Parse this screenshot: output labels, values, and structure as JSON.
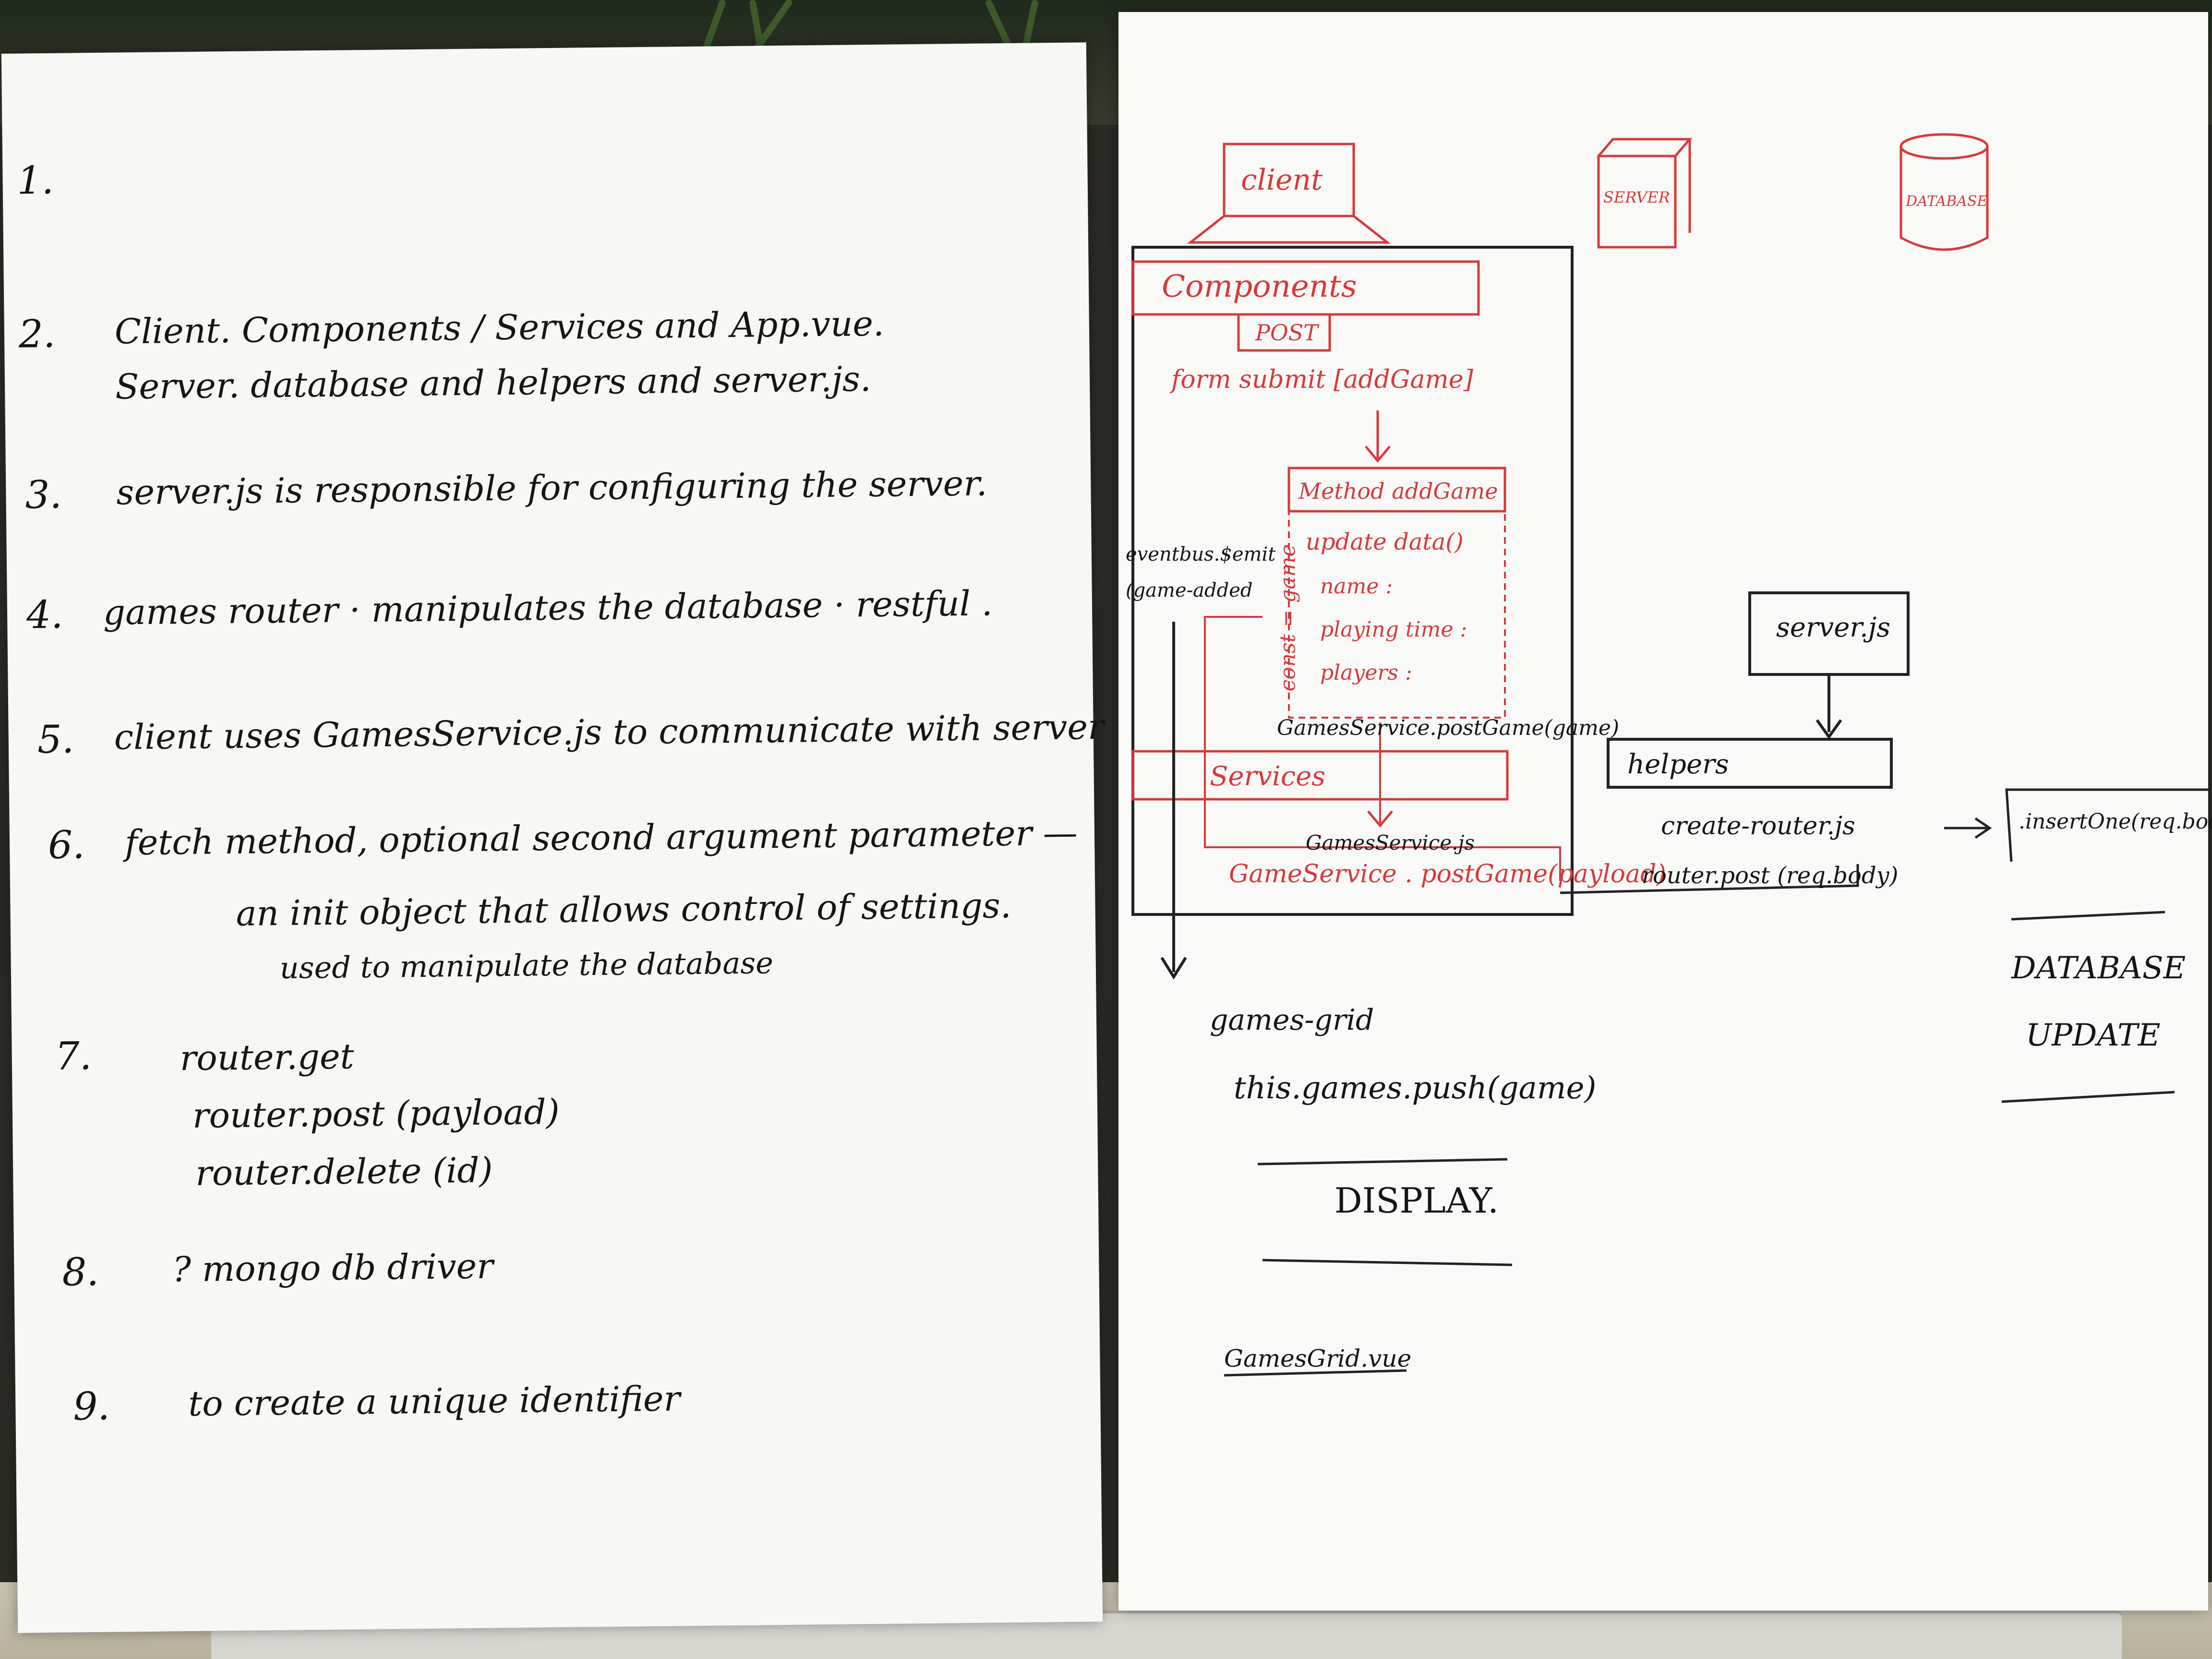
{
  "left_page": {
    "items": [
      {
        "number": "1.",
        "lines": []
      },
      {
        "number": "2.",
        "lines": [
          "Client.   Components / Services and App.vue.",
          "Server.   database and helpers and server.js."
        ]
      },
      {
        "number": "3.",
        "lines": [
          "server.js is responsible for configuring the server."
        ]
      },
      {
        "number": "4.",
        "lines": [
          "games router · manipulates the database · restful ."
        ]
      },
      {
        "number": "5.",
        "lines": [
          "client uses GamesService.js to communicate with server"
        ]
      },
      {
        "number": "6.",
        "lines": [
          "fetch method, optional second argument parameter —",
          "an init object that allows control of settings.",
          "used to manipulate the database"
        ]
      },
      {
        "number": "7.",
        "lines": [
          "router.get",
          "router.post (payload)",
          "router.delete (id)"
        ]
      },
      {
        "number": "8.",
        "lines": [
          "?   mongo db driver"
        ]
      },
      {
        "number": "9.",
        "lines": [
          "to create a unique identifier"
        ]
      }
    ]
  },
  "right_page": {
    "top_labels": {
      "client": "client",
      "server": "SERVER",
      "database": "DATABASE"
    },
    "components": "Components",
    "post": "POST",
    "form_submit": "form submit [addGame]",
    "method": "Method addGame",
    "update_data": "update data()",
    "fields": [
      "name :",
      "playing time :",
      "players :"
    ],
    "const_game": "const = game",
    "event_bus": "eventbus.$emit",
    "game_added": "(game-added",
    "post_game_call": "GamesService.postGame(game)",
    "services": "Services",
    "games_service_file": "GamesService.js",
    "games_service_call": "GameService . postGame(payload)",
    "server_js": "server.js",
    "helpers": "helpers",
    "create_router": "create-router.js",
    "router_post": "router.post (req.body)",
    "insert_one": ".insertOne(req.body)",
    "database_update": [
      "DATABASE",
      "UPDATE"
    ],
    "games_grid": "games-grid",
    "push": "this.games.push(game)",
    "display": "DISPLAY.",
    "games_grid_vue": "GamesGrid.vue"
  },
  "colors": {
    "ink_black": "#151515",
    "ink_red": "#d63a3a",
    "paper": "#f7f7f4"
  }
}
